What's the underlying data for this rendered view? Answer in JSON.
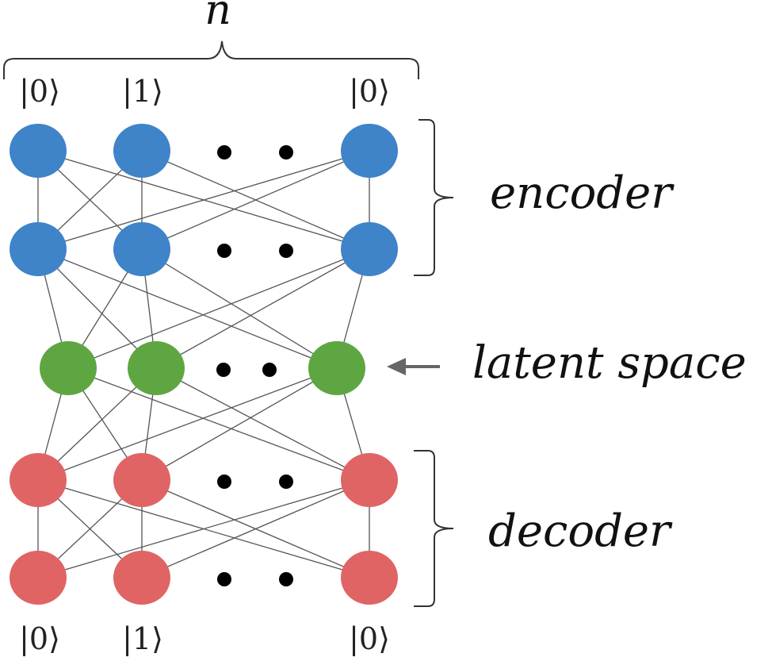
{
  "top_label": "n",
  "input_kets": [
    "|0⟩",
    "|1⟩",
    "|0⟩"
  ],
  "output_kets": [
    "|0⟩",
    "|1⟩",
    "|0⟩"
  ],
  "encoder_label": "encoder",
  "latent_label": "latent space",
  "decoder_label": "decoder",
  "colors": {
    "encoder_node": "#3f83c9",
    "latent_node": "#5ea642",
    "decoder_node": "#e06464",
    "edge": "#555555",
    "bracket": "#333333",
    "dots": "#000000",
    "arrow": "#666666"
  }
}
